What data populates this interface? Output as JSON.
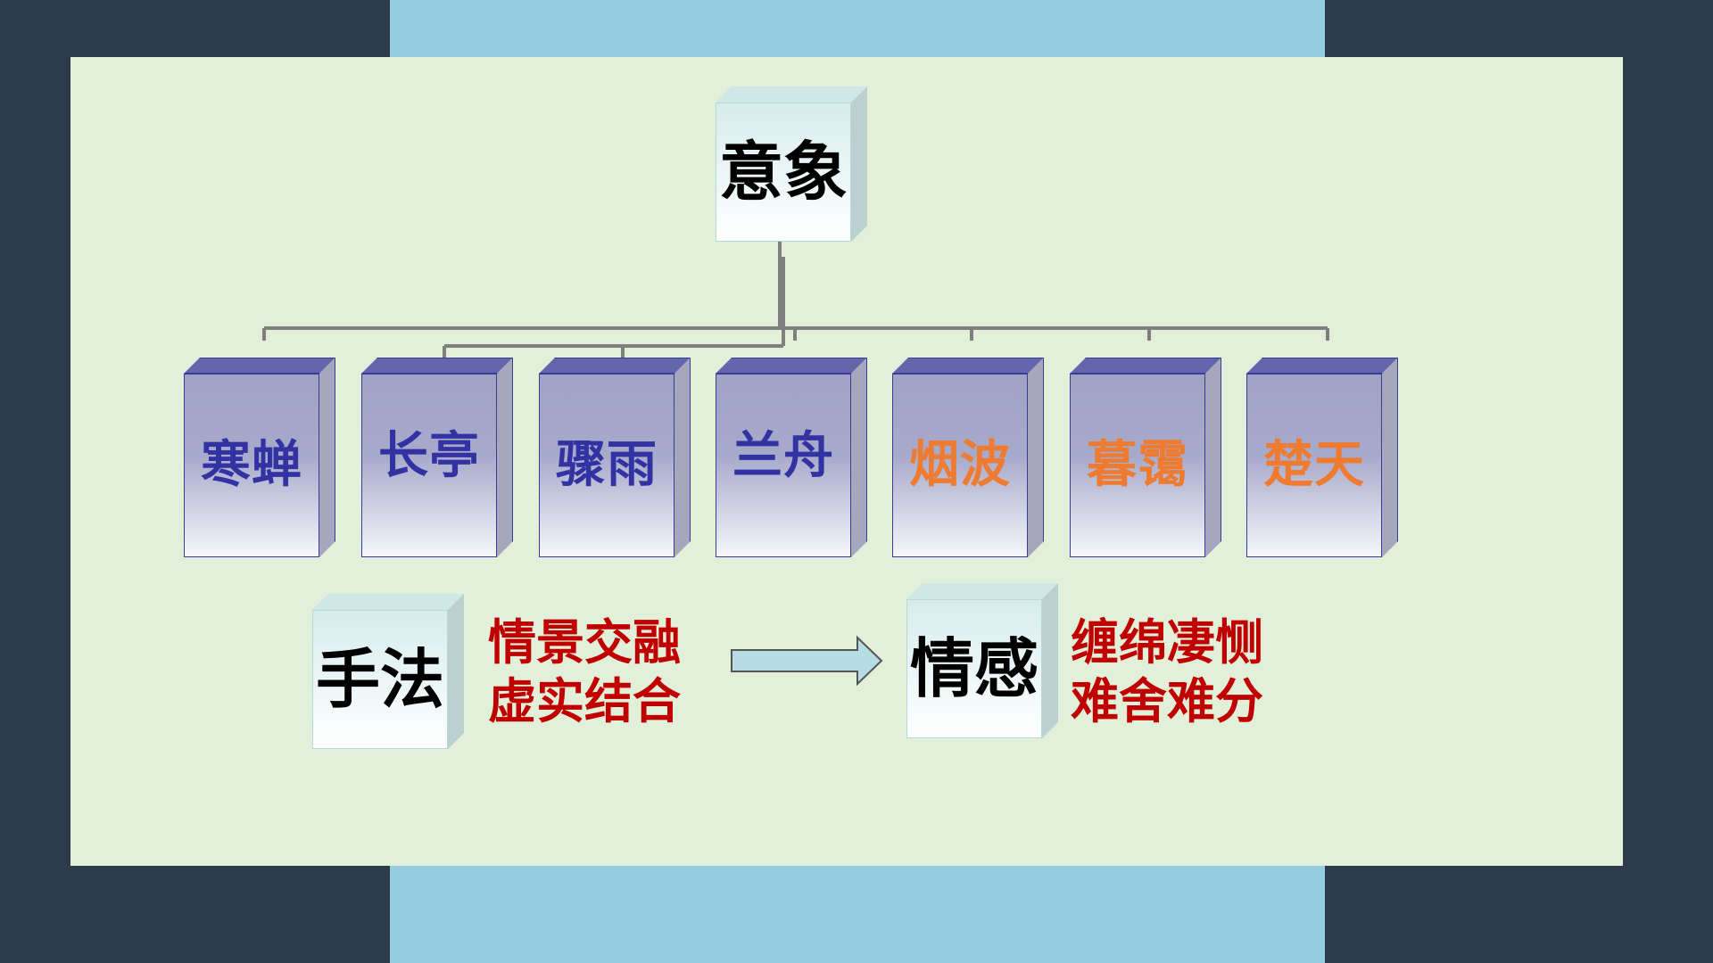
{
  "diagram": {
    "root": {
      "label": "意象"
    },
    "images": [
      {
        "label": "寒蝉",
        "color": "#3232a2"
      },
      {
        "label": "长亭",
        "color": "#3232a2"
      },
      {
        "label": "骤雨",
        "color": "#3232a2"
      },
      {
        "label": "兰舟",
        "color": "#3232a2"
      },
      {
        "label": "烟波",
        "color": "#ee7b2f"
      },
      {
        "label": "暮霭",
        "color": "#ee7b2f"
      },
      {
        "label": "楚天",
        "color": "#ee7b2f"
      }
    ],
    "technique": {
      "label": "手法",
      "lines": [
        "情景交融",
        "虚实结合"
      ]
    },
    "emotion": {
      "label": "情感",
      "lines": [
        "缠绵凄恻",
        "难舍难分"
      ]
    }
  },
  "colors": {
    "slide_bg": "#e2efd9",
    "outer_bg": "#2d3a4c",
    "band": "#95ccdf",
    "emphasis_red": "#c00000"
  }
}
